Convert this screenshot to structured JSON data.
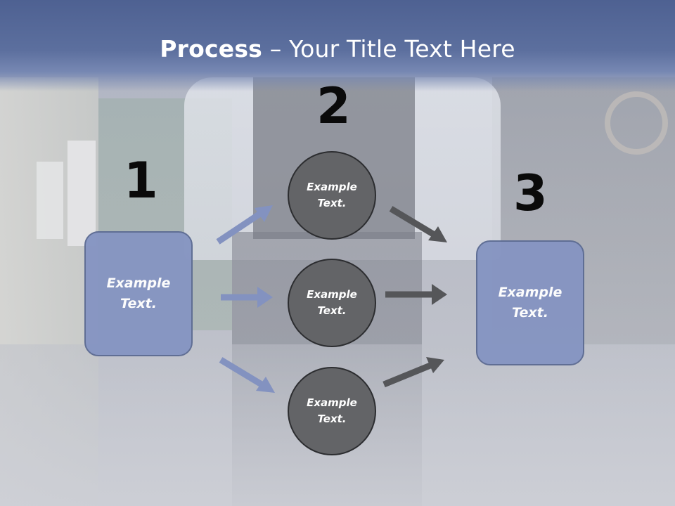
{
  "title": {
    "bold": "Process",
    "rest": " – Your Title Text Here"
  },
  "step_numbers": [
    "1",
    "2",
    "3"
  ],
  "start_box": {
    "text": "Example Text."
  },
  "circles": [
    {
      "text": "Example Text."
    },
    {
      "text": "Example Text."
    },
    {
      "text": "Example Text."
    }
  ],
  "end_box": {
    "text": "Example Text."
  },
  "colors": {
    "header": "#4e6192",
    "box_fill": "#8695c2",
    "circle_fill": "#636467",
    "left_arrow": "#8392c0",
    "right_arrow": "#555659",
    "number_text": "#0a0a0a"
  }
}
